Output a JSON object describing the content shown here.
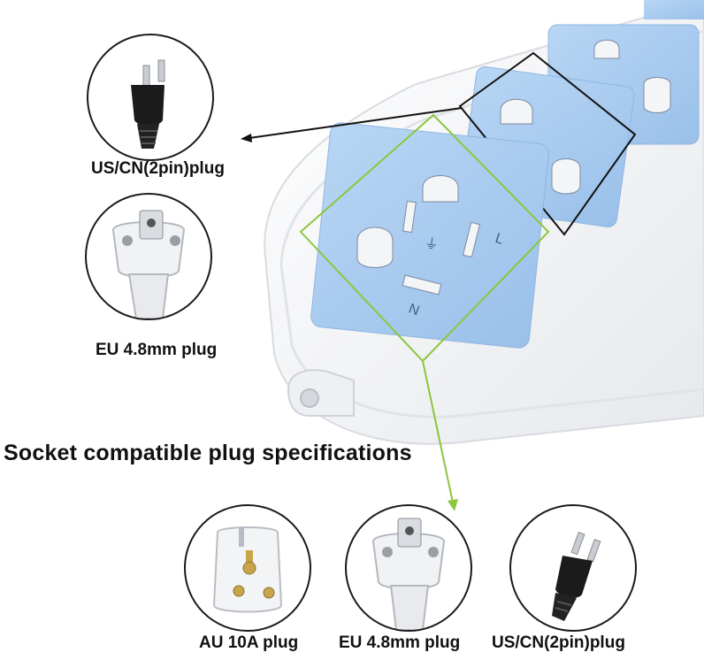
{
  "headline": "Socket compatible plug specifications",
  "labels": {
    "us_top": "US/CN(2pin)plug",
    "eu_left": "EU 4.8mm plug",
    "au_bottom": "AU 10A plug",
    "eu_bottom": "EU 4.8mm plug",
    "us_bottom": "US/CN(2pin)plug"
  },
  "socket_marks": {
    "earth": "⏚",
    "live": "L",
    "neutral": "N"
  },
  "colors": {
    "socket_blue": "#a9cbee",
    "strip_white": "#f2f3f5",
    "green_line": "#8cc63f",
    "black_line": "#111111"
  },
  "icons": [
    "us-plug-icon",
    "eu-plug-icon",
    "au-plug-icon"
  ]
}
